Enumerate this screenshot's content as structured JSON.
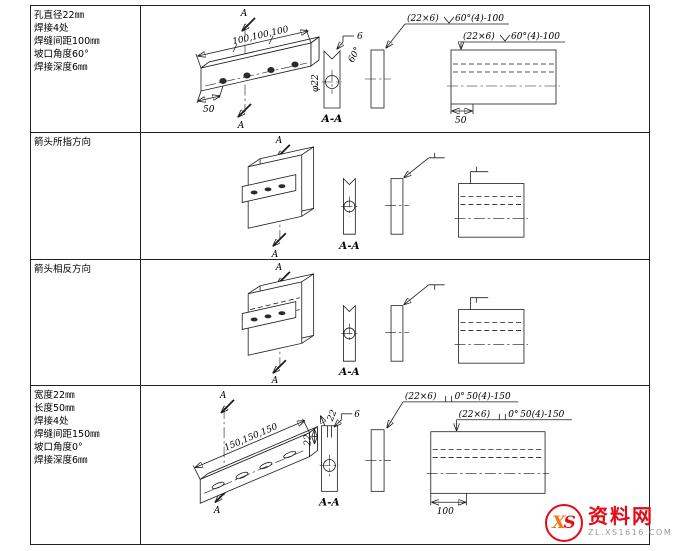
{
  "table": {
    "rows": [
      {
        "specs": [
          "孔直径22㎜",
          "焊接4处",
          "焊缝间距100㎜",
          "坡口角度60°",
          "焊接深度6㎜"
        ],
        "drawing": {
          "cut_label_top": "A",
          "cut_label_bottom": "A",
          "section_title": "A-A",
          "dim_length": "100,100,100",
          "dim_width": "50",
          "dim_depth": "6",
          "dim_angle": "60°",
          "dim_hole": "φ22",
          "dim_front": "50",
          "note1": {
            "prefix": "(22×6)",
            "angle": "60°",
            "suffix": "(4)-100"
          },
          "note2": {
            "prefix": "(22×6)",
            "angle": "60°",
            "suffix": "(4)-100"
          }
        }
      },
      {
        "specs": [
          "箭头所指方向"
        ],
        "drawing": {
          "cut_label_top": "A",
          "cut_label_bottom": "A",
          "section_title": "A-A"
        }
      },
      {
        "specs": [
          "箭头相反方向"
        ],
        "drawing": {
          "cut_label_top": "A",
          "cut_label_bottom": "A",
          "section_title": "A-A"
        }
      },
      {
        "specs": [
          "宽度22㎜",
          "长度50㎜",
          "焊接4处",
          "焊缝间距150㎜",
          "坡口角度0°",
          "焊接深度6㎜"
        ],
        "drawing": {
          "cut_label_top": "A",
          "cut_label_bottom": "A",
          "section_title": "A-A",
          "dim_length": "150,150,150",
          "dim_width": "22",
          "dim_depth": "6",
          "dim_slot": "22",
          "dim_front": "100",
          "note1": {
            "prefix": "(22×6)",
            "angle": "0°",
            "suffix": "50(4)-150"
          },
          "note2": {
            "prefix": "(22×6)",
            "angle": "0°",
            "suffix": "50(4)-150"
          }
        }
      }
    ]
  },
  "watermark": {
    "logo_x": "X",
    "logo_s": "S",
    "site": "资料网",
    "url": "ZL.XS1616.COM"
  }
}
